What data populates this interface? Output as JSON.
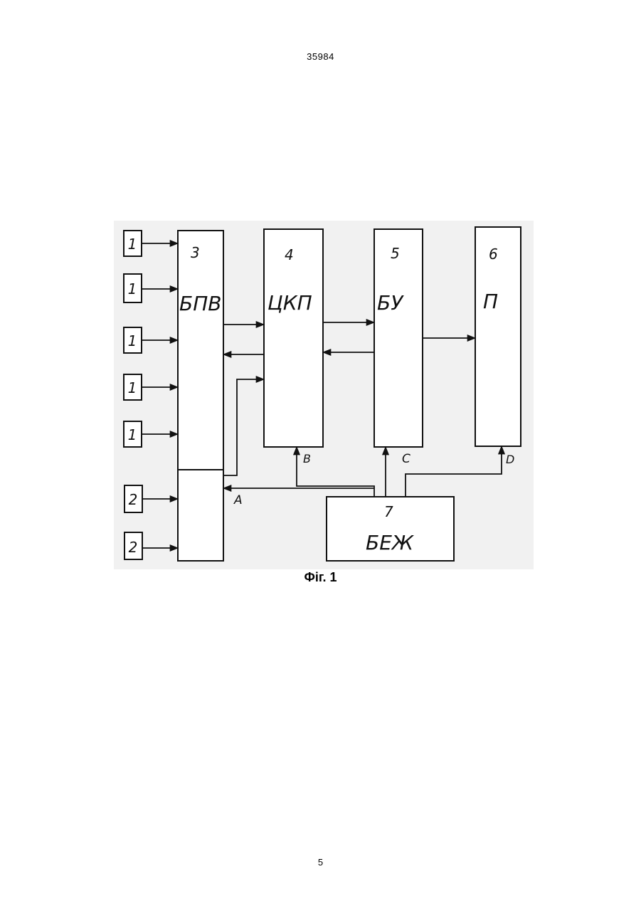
{
  "header": {
    "doc_number": "35984"
  },
  "figure": {
    "caption": "Фіг. 1",
    "sensors": [
      {
        "label": "1"
      },
      {
        "label": "1"
      },
      {
        "label": "1"
      },
      {
        "label": "1"
      },
      {
        "label": "1"
      },
      {
        "label": "2"
      },
      {
        "label": "2"
      }
    ],
    "blocks": [
      {
        "number": "3",
        "name": "БПВ"
      },
      {
        "number": "4",
        "name": "ЦКП"
      },
      {
        "number": "5",
        "name": "БУ"
      },
      {
        "number": "6",
        "name": "П"
      },
      {
        "number": "7",
        "name": "БЕЖ"
      }
    ],
    "signals": {
      "a": "A",
      "b": "B",
      "c": "C",
      "d": "D"
    }
  },
  "footer": {
    "page_number": "5"
  }
}
